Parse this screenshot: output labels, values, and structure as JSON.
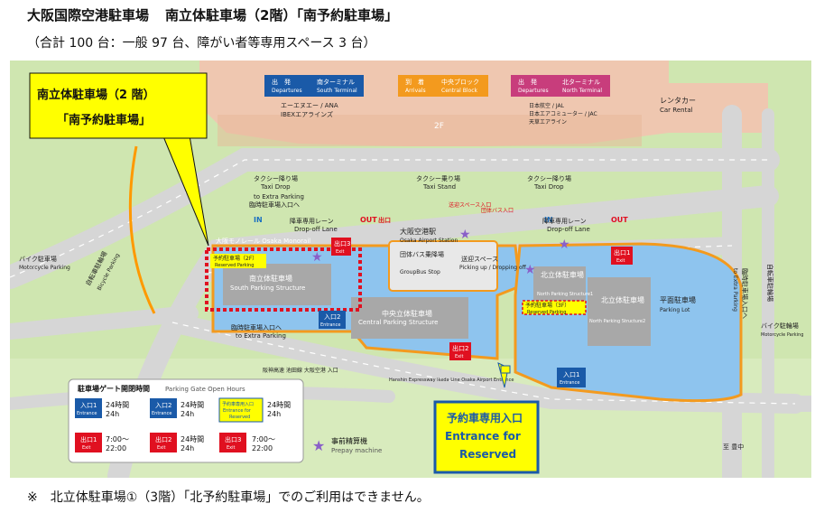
{
  "header": {
    "airport": "大阪国際空港駐車場",
    "structure": "南立体駐車場（2階）",
    "reserved_name": "「南予約駐車場」",
    "capacity": "（合計 100 台：一般 97 台、障がい者等専用スペース 3 台）"
  },
  "callout": {
    "line1": "南立体駐車場（2 階）",
    "line2": "「南予約駐車場」"
  },
  "terminals": {
    "south": {
      "jp": "出　発",
      "en": "Departures",
      "name_jp": "南ターミナル",
      "name_en": "South Terminal",
      "airline1": "エーエヌエー / ANA",
      "airline2": "IBEXエアラインズ"
    },
    "central": {
      "jp": "到　着",
      "en": "Arrivals",
      "name_jp": "中央ブロック",
      "name_en": "Central Block"
    },
    "north": {
      "jp": "出　発",
      "en": "Departures",
      "name_jp": "北ターミナル",
      "name_en": "North Terminal",
      "airline1": "日本航空 / JAL",
      "airline2": "日本エアコミューター / JAC",
      "airline3": "天草エアライン"
    }
  },
  "map_labels": {
    "rental_jp": "レンタカー",
    "rental_en": "Car Rental",
    "floor": "2F",
    "taxi_drop_jp": "タクシー降り場",
    "taxi_drop_en": "Taxi Drop",
    "taxi_stand_jp": "タクシー乗り場",
    "taxi_stand_en": "Taxi Stand",
    "to_extra_en": "to Extra Parking",
    "to_extra_jp": "臨時駐車場入口へ",
    "in": "IN",
    "out": "OUT",
    "exit_jp": "出口",
    "dropoff_jp": "降車専用レーン",
    "dropoff_en": "Drop-off Lane",
    "pickup_jp": "送迎スペース",
    "pickup_en": "Picking up / Dropping off",
    "group_bus_jp": "団体バス乗降場",
    "group_bus_en": "GroupBus Stop",
    "bus_entrance": "団体バス入口",
    "pickup_space_red": "送迎スペース入口",
    "station_jp": "大阪空港駅",
    "station_en": "Osaka Airport Station",
    "monorail": "大阪モノレール Osaka Monorail",
    "south_ps_jp": "南立体駐車場",
    "south_ps_en": "South Parking Structure",
    "central_ps_jp": "中央立体駐車場",
    "central_ps_en": "Central Parking Structure",
    "north1_jp": "北立体駐車場",
    "north1_en": "North Parking Structure1",
    "north2_jp": "北立体駐車場",
    "north2_en": "North Parking Structure2",
    "flat_jp": "平面駐車場",
    "flat_en": "Parking Lot",
    "reserved_2f": "予約駐車場（2F）",
    "reserved_3f": "予約駐車場（3F）",
    "reserved_en": "Reserved Parking",
    "entrance1": "入口1",
    "entrance2": "入口2",
    "entrance_en": "Entrance",
    "exit1": "出口1",
    "exit2": "出口2",
    "exit3": "出口3",
    "exit_en": "Exit",
    "extra_entrance_jp": "臨時駐車場入口へ",
    "extra_entrance_en": "to Extra Parking",
    "expressway": "阪神高速 池田線 大阪空港 入口",
    "expressway_en": "Hanshin Expressway Ikeda Line Osaka Airport Entrance",
    "moto_left_jp": "バイク駐車場",
    "moto_left_en": "Motorcycle Parking",
    "bicycle_jp": "自転車駐輪場",
    "bicycle_en": "Bicycle Parking",
    "moto_right_jp": "バイク駐輪場",
    "moto_right_en": "Motorcycle Parking",
    "bicycle_right": "自転車駐輪場",
    "extra_right_jp": "臨時駐車場入口へ",
    "extra_right_en": "to Extra Parking",
    "toyonaka": "至 豊中",
    "reserved_ent_jp": "予約車専用入口",
    "reserved_ent_en1": "Entrance for",
    "reserved_ent_en2": "Reserved"
  },
  "legend": {
    "title_jp": "駐車場ゲート開閉時間",
    "title_en": "Parking Gate Open Hours",
    "entrance1": "入口1",
    "entrance2": "入口2",
    "entrance_en": "Entrance",
    "reserved_jp": "予約車専用入口",
    "reserved_en1": "Entrance for",
    "reserved_en2": "Reserved",
    "h24": "24時間",
    "h24b": "24h",
    "exit1": "出口1",
    "exit2": "出口2",
    "exit3": "出口3",
    "exit_en": "Exit",
    "time1": "7:00～",
    "time2": "22:00",
    "prepay_jp": "事前精算機",
    "prepay_en": "Prepay machine"
  },
  "colors": {
    "blue": "#1a6fc0",
    "lightblue": "#8ec4ee",
    "yellow": "#ffff00",
    "red": "#e01020",
    "orange": "#f39a1e",
    "purple": "#8a5fc8",
    "road": "#dadada"
  },
  "footer": "※　北立体駐車場①（3階）「北予約駐車場」でのご利用はできません。"
}
